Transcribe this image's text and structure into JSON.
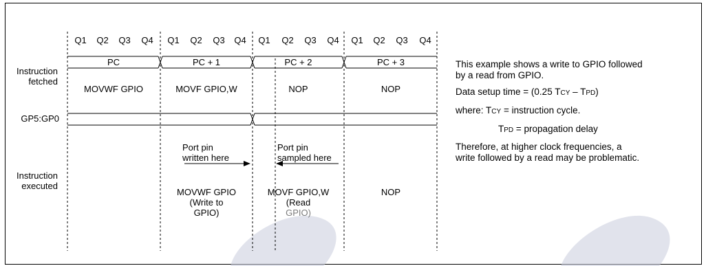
{
  "quarters": [
    {
      "cycle": 1,
      "labels": [
        "Q1",
        "Q2",
        "Q3",
        "Q4"
      ]
    },
    {
      "cycle": 2,
      "labels": [
        "Q1",
        "Q2",
        "Q3",
        "Q4"
      ]
    },
    {
      "cycle": 3,
      "labels": [
        "Q1",
        "Q2",
        "Q3",
        "Q4"
      ]
    },
    {
      "cycle": 4,
      "labels": [
        "Q1",
        "Q2",
        "Q3",
        "Q4"
      ]
    }
  ],
  "rows": {
    "fetched_label": [
      "Instruction",
      "fetched"
    ],
    "gp_label": "GP5:GP0",
    "executed_label": [
      "Instruction",
      "executed"
    ]
  },
  "pc_values": [
    "PC",
    "PC + 1",
    "PC + 2",
    "PC + 3"
  ],
  "fetched_instr": [
    "MOVWF GPIO",
    "MOVF GPIO,W",
    "NOP",
    "NOP"
  ],
  "annotations": {
    "written": [
      "Port pin",
      "written here"
    ],
    "sampled": [
      "Port pin",
      "sampled here"
    ]
  },
  "executed_instr": [
    [
      "MOVWF GPIO",
      "(Write to",
      "GPIO)"
    ],
    [
      "MOVF GPIO,W",
      "(Read",
      "GPIO)"
    ],
    [
      "NOP"
    ]
  ],
  "notes": {
    "line1": [
      "This example shows a write to GPIO followed",
      "by a read from GPIO."
    ],
    "setup_prefix": "Data setup time = (0.25 T",
    "setup_cy": "CY",
    "setup_mid": " – T",
    "setup_pd": "PD",
    "setup_suffix": ")",
    "where_prefix": "where:  T",
    "where_cy": "CY",
    "where_suffix": " = instruction cycle.",
    "tpd_prefix": "T",
    "tpd_pd": "PD",
    "tpd_suffix": " = propagation delay",
    "therefore": [
      "Therefore, at higher clock frequencies, a",
      "write followed by a read may be problematic."
    ]
  }
}
